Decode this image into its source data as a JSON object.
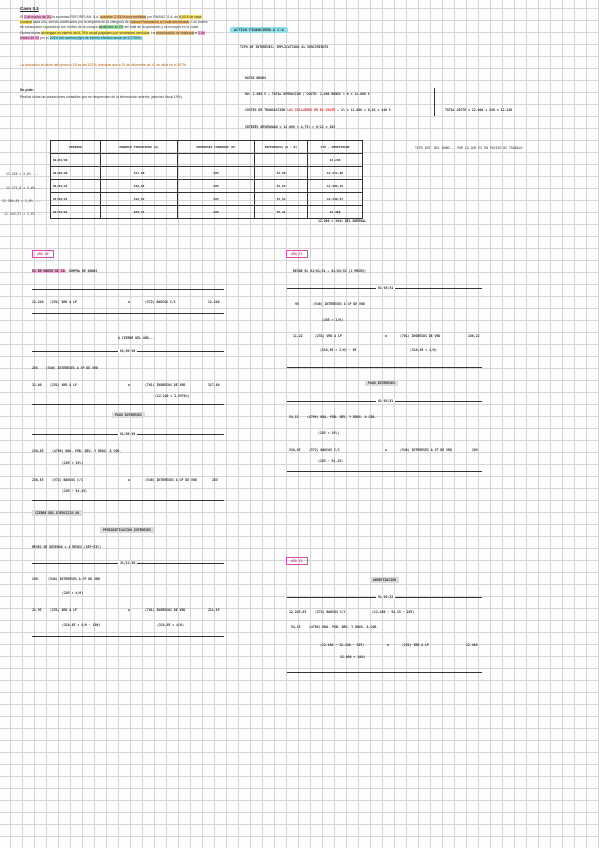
{
  "case": {
    "title": "Caso 3.1",
    "statement": [
      {
        "text": "El "
      },
      {
        "text": "1 de marzo de 20, ",
        "hl": "pink"
      },
      {
        "text": "la sociedad REFORPLAN, S.A. "
      },
      {
        "text": "suscribe 2.000 bonos emitidos",
        "hl": "orange"
      },
      {
        "text": " por FINANZ, S.A. de "
      },
      {
        "text": "6,00 € de valor nominal",
        "hl": "yellow"
      },
      {
        "text": " cada uno, siendo clasificados por la empresa en la categoría de "
      },
      {
        "text": "Activos Financieros a Coste Amortizado",
        "hl": "orange"
      },
      {
        "text": ". Los costes de transacción soportados con motivo de la compra "
      },
      {
        "text": "ascienden al 2%",
        "hl": "green"
      },
      {
        "text": " del total de la operación y se incluyen en el coste. Dichos títulos "
      },
      {
        "text": "devengan un interés del 4,75% anual pagadero por semestres vencidos",
        "hl": "yellow"
      },
      {
        "text": ". La "
      },
      {
        "text": "amortización se realizará",
        "hl": "orange"
      },
      {
        "text": " el "
      },
      {
        "text": "1 de marzo de X2",
        "hl": "pink"
      },
      {
        "text": " por el "
      },
      {
        "text": "104% del nominal (tipo de interés efectivo anual de 5,2795%",
        "hl": "cyan"
      },
      {
        "text": ")."
      }
    ],
    "note": "La cotización al cierre del ejercicio X0 es del 102%, mientras que a 31 de diciembre de X1 se sitúa en el 107%.",
    "ask_label": "Se pide:",
    "ask": "Realice todas las anotaciones contables que se desprenden de la información anterior (ejercicio fiscal 19%)."
  },
  "notes": {
    "header_badge": "ACTIVO FINANCIERO A C-A",
    "interest_type": "TIPO DE INTERESES: IMPLICATIONS AL VENCIMIENTO",
    "data_label": "DATOS BONOS",
    "nominal_line": "NO: 2.000 € → TOTAL OPERACIÓN / COSTE: 2.000 BONOS × 6 = 12.000 €",
    "costs_line_a": "COSTES DE TRANSACCIÓN ",
    "costs_red": "LOS INCLUIMOS EN EL COSTE",
    "costs_line_b": " → 2% = 12.000 × 0,02 = 240 €",
    "total_cost": "TOTAL COSTE = 12.000 + 240 = 12.240",
    "interest_line": "INTERÉS DEVENGADO = 12.000 × 4,75% × 6/12 = 285",
    "side_note": "TIPO INT. DEL BONO... POR LO QUE ES UN PASIVO DE TRABAJO"
  },
  "table": {
    "headers": [
      "PERÍODO",
      "INGRESO FINANCIERO (A)",
      "INTERESES COBRADOS (B)",
      "DIFERENCIA (A - B)",
      "CTE - AMORTIZADO"
    ],
    "rows": [
      [
        "01/03/X0",
        "",
        "",
        "",
        "12.240"
      ],
      [
        "01/09/X0",
        "317,80",
        "285",
        "32,80",
        "12.272,80"
      ],
      [
        "01/03/X1",
        "318,65",
        "285",
        "33,65",
        "12.306,45"
      ],
      [
        "01/09/X1",
        "319,52",
        "285",
        "34,52",
        "12.340,97"
      ],
      [
        "01/03/X2",
        "320,41",
        "285",
        "35,41",
        "12.480"
      ]
    ],
    "left_calc": [
      "12.240 × 2,6% ...",
      "12.272,8 × 2,6% ...",
      "12.306,45 × 2,6% ...",
      "12.340,97 × 2,6% ..."
    ],
    "end_note": "12.000 × 104% DEL NOMINAL"
  },
  "year0": {
    "badge": "AÑO X0",
    "head_a": "01 DE MARZO DE X0",
    "head_b": ": COMPRA DE BONOS",
    "e1": {
      "amt": "12.240",
      "acc": "(251) VRD A LP",
      "sep": "a",
      "cacc": "(572) BANCOS C/C",
      "camt": "12.240"
    },
    "cont": "A CIERRE DEL AÑO...",
    "ana": "01/09/X0",
    "e2": {
      "amt": "285",
      "acc": "(546) INTERESES A CP DE VRD"
    },
    "e3": {
      "amt": "32,80",
      "acc": "(251) VRD A LP",
      "sep": "a",
      "cacc": "(761) INGRESOS DE VRD",
      "camt": "317,80",
      "calc": "(12.240 × 2,5970%)"
    },
    "cobro_label": "PAGO INTERESES",
    "cobro_date": "01/09/X0",
    "e4": {
      "amt": "230,85",
      "acc": "(4709) HDA. PÚB. DEU. Y RDOS. A COB.",
      "calc": "(285 × 19%)"
    },
    "e5": {
      "amt": "230,85",
      "acc": "(572) BANCOS C/C",
      "sep": "a",
      "cacc": "(546) INTERESES A CP DE VRD",
      "camt": "285",
      "calc": "(285 - 54,15)"
    },
    "closing": "CIERRE DEL EJERCICIO X0",
    "per_label": "PERIODIFICACIÓN INTERESES",
    "meses": "MESES DE DEVENGO = 4 MESES (SEP-DIC)",
    "per_date": "31/12/X0",
    "e6": {
      "amt": "190",
      "acc": "(546) INTERESES A CP DE VRD",
      "calc": "(285 × 4/6)"
    },
    "e7": {
      "amt": "21,95",
      "acc": "(251) VRD A LP",
      "sep": "a",
      "cacc": "(761) INGRESOS DE VRD",
      "camt": "211,95",
      "calc1": "(318,65 × 4/6 - 190)",
      "calc2": "(318,65 × 4/6)"
    }
  },
  "year1": {
    "badge": "AÑO X1",
    "head": "DESDE EL 01/01/X1 → 01/03/X1  (2 MESES)",
    "date1": "01/03/X1",
    "e1": {
      "amt": "95",
      "acc": "(546) INTERESES A CP DE VRD",
      "calc": "(285 × 2/6)"
    },
    "e2": {
      "amt": "11,22",
      "acc": "(251) VRD A LP",
      "sep": "a",
      "cacc": "(761) INGRESOS DE VRD",
      "camt": "106,22",
      "calc1": "(318,65 × 2/6) - 95",
      "calc2": "(318,65 × 2/6)"
    },
    "cobro_label": "PAGO INTERESES",
    "cobro_date": "01/03/X1",
    "e3": {
      "amt": "54,15",
      "acc": "(4709) HDA. PÚB. DEU. Y RDOS. A COB.",
      "calc": "(285 × 19%)"
    },
    "e4": {
      "amt": "230,85",
      "acc": "(572) BANCOS C/C",
      "sep": "a",
      "cacc": "(546) INTERESES A CP DE VRD",
      "camt": "285",
      "calc": "(285 - 54,15)"
    }
  },
  "year2": {
    "badge": "AÑO X2",
    "amort_label": "AMORTIZACIÓN",
    "date": "01/03/X2",
    "e1": {
      "amt": "12.245,85",
      "acc": "(572) BANCOS C/C",
      "calc": "(12.480 - 54,15 - 285)"
    },
    "e2": {
      "amt": "54,15",
      "acc": "(4709) HDA. PÚB. DEU. Y RDOS. A COB."
    },
    "e3": {
      "calc1": "(12.480 - 12.240 - 285)",
      "sep": "a",
      "cacc": "(251) VRD A LP",
      "camt": "12.480",
      "calc2": "12.000 × 104%"
    }
  }
}
